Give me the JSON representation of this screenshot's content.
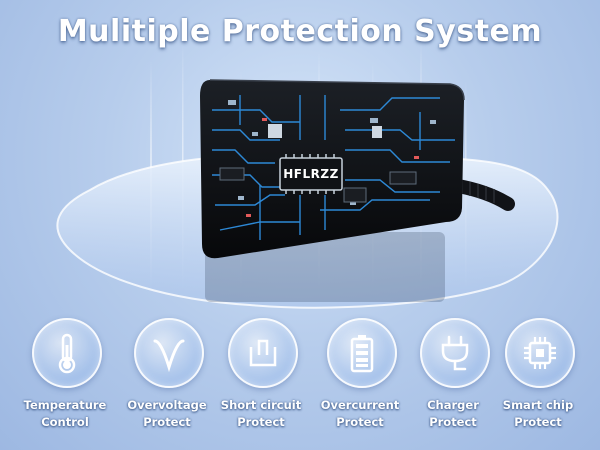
{
  "headline": "Mulitiple Protection System",
  "product": {
    "brand": "HFLRZZ"
  },
  "features": [
    {
      "icon": "thermometer-icon",
      "line1": "Temperature",
      "line2": "Control"
    },
    {
      "icon": "voltage-v-icon",
      "line1": "Overvoltage",
      "line2": "Protect"
    },
    {
      "icon": "short-circuit-icon",
      "line1": "Short circuit",
      "line2": "Protect"
    },
    {
      "icon": "battery-icon",
      "line1": "Overcurrent",
      "line2": "Protect"
    },
    {
      "icon": "plug-icon",
      "line1": "Charger",
      "line2": "Protect"
    },
    {
      "icon": "chip-icon",
      "line1": "Smart chip",
      "line2": "Protect"
    }
  ],
  "colors": {
    "background": "#b7cdec",
    "circuit_trace": "#2f8fe0",
    "adapter_body": "#0e1014",
    "text": "#ffffff"
  }
}
